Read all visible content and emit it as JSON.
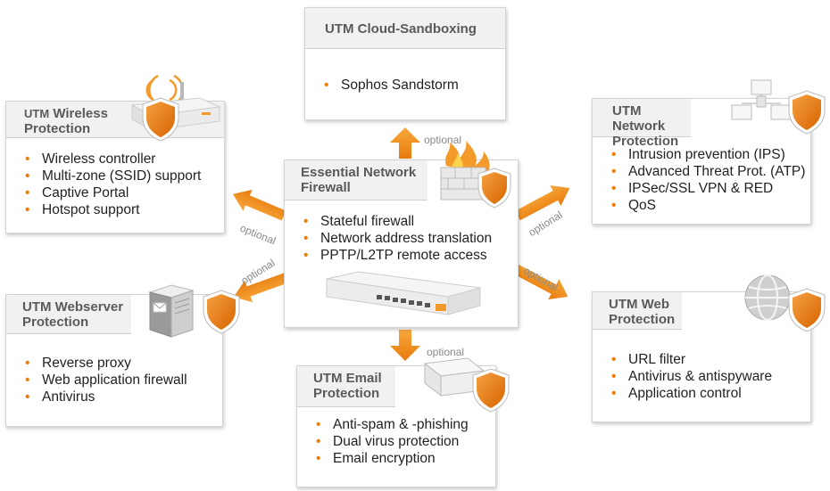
{
  "colors": {
    "accent": "#ef7d00",
    "header_bg": "#f1f1f1",
    "header_text": "#5a5a5a"
  },
  "optional_label": "optional",
  "center": {
    "title": "Essential Network Firewall",
    "items": [
      "Stateful firewall",
      "Network address translation",
      "PPTP/L2TP remote access"
    ],
    "icons": [
      "firewall-fire-icon",
      "shield-icon",
      "appliance-icon"
    ]
  },
  "sandbox": {
    "title": "UTM Cloud-Sandboxing",
    "items": [
      "Sophos Sandstorm"
    ]
  },
  "wireless": {
    "title_prefix": "UTM",
    "title_rest": "Wireless",
    "title_line2": "Protection",
    "items": [
      "Wireless controller",
      "Multi-zone (SSID) support",
      "Captive Portal",
      "Hotspot support"
    ],
    "icons": [
      "wireless-access-point-icon",
      "shield-icon"
    ]
  },
  "network": {
    "title": "UTM Network Protection",
    "items": [
      "Intrusion prevention (IPS)",
      "Advanced Threat Prot. (ATP)",
      "IPSec/SSL VPN & RED",
      "QoS"
    ],
    "icons": [
      "network-computers-icon",
      "shield-icon"
    ]
  },
  "webserver": {
    "title": "UTM Webserver Protection",
    "items": [
      "Reverse proxy",
      "Web application firewall",
      "Antivirus"
    ],
    "icons": [
      "server-rack-icon",
      "shield-icon"
    ]
  },
  "web": {
    "title": "UTM Web Protection",
    "items": [
      "URL filter",
      "Antivirus & antispyware",
      "Application control"
    ],
    "icons": [
      "globe-icon",
      "shield-icon"
    ]
  },
  "email": {
    "title": "UTM Email Protection",
    "items": [
      "Anti-spam & -phishing",
      "Dual virus protection",
      "Email encryption"
    ],
    "icons": [
      "envelope-icon",
      "shield-icon"
    ]
  }
}
